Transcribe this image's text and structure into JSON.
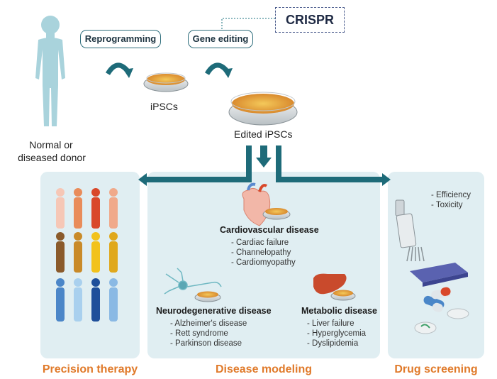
{
  "labels": {
    "crispr": "CRISPR",
    "reprogramming": "Reprogramming",
    "gene_editing": "Gene editing",
    "ipscs": "iPSCs",
    "edited_ipscs": "Edited iPSCs",
    "donor_line1": "Normal or",
    "donor_line2": "diseased donor"
  },
  "bottom_titles": {
    "precision": "Precision therapy",
    "disease": "Disease modeling",
    "drug": "Drug screening"
  },
  "diseases": {
    "cardio": {
      "title": "Cardiovascular disease",
      "items": [
        "- Cardiac failure",
        "- Channelopathy",
        "- Cardiomyopathy"
      ]
    },
    "neuro": {
      "title": "Neurodegenerative disease",
      "items": [
        "- Alzheimer's disease",
        "- Rett syndrome",
        "- Parkinson disease"
      ]
    },
    "metabolic": {
      "title": "Metabolic disease",
      "items": [
        "- Liver failure",
        "- Hyperglycemia",
        "- Dyslipidemia"
      ]
    }
  },
  "drug_items": [
    "- Efficiency",
    "- Toxicity"
  ],
  "colors": {
    "accent_orange": "#e07a2a",
    "arrow_teal": "#1e6b79",
    "panel_bg": "#e0eef2",
    "body_blue": "#a9d3dc"
  }
}
